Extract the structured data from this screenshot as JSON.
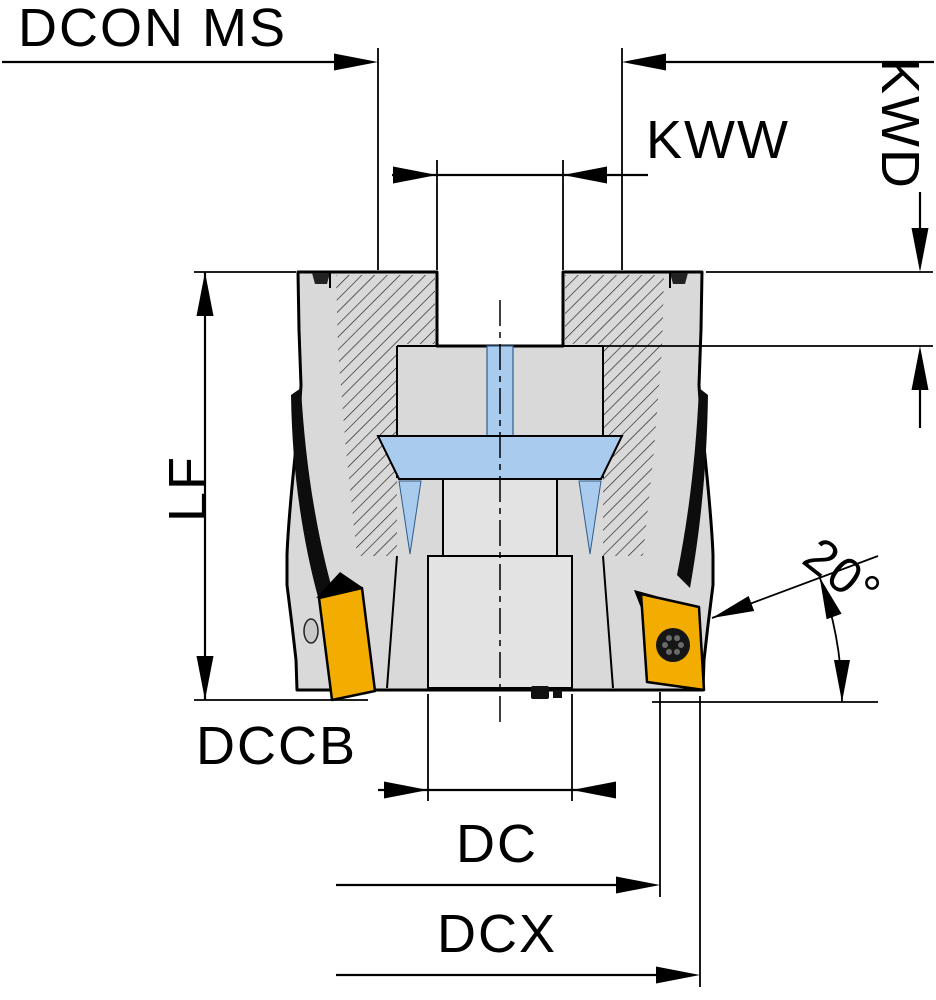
{
  "diagram": {
    "type": "technical-drawing",
    "subject": "Indexable face milling cutter cross-section with dimension callouts",
    "dimensions": {
      "dcon_ms": "DCON MS",
      "kww": "KWW",
      "kwd": "KWD",
      "lf": "LF",
      "dccb": "DCCB",
      "dc": "DC",
      "dcx": "DCX",
      "angle": "20°"
    },
    "colors": {
      "body_gray": "#d9d9d9",
      "hub_gray": "#e3e3e3",
      "contact_blue": "#a9cbee",
      "insert_yellow": "#f2ad00",
      "line": "#000000",
      "background": "#ffffff"
    }
  }
}
